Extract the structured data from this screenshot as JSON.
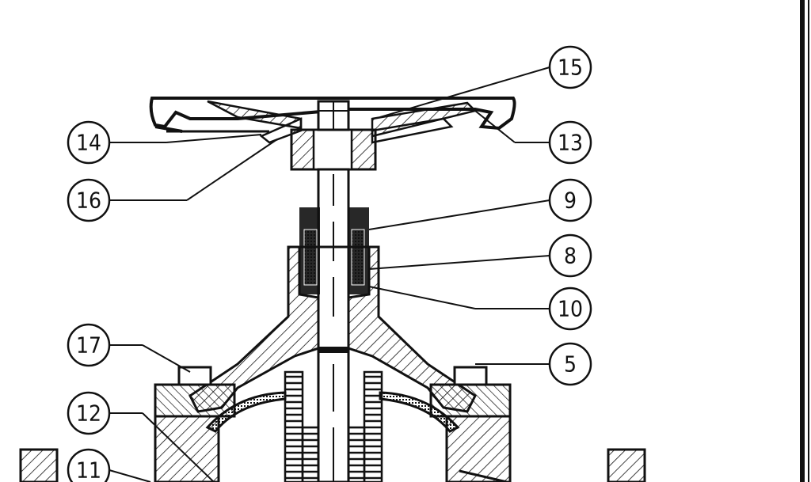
{
  "drawing": {
    "type": "valve cross-section assembly drawing",
    "ink_color": "#111111",
    "paper_color": "#ffffff"
  },
  "callouts": [
    {
      "id": "callout-15",
      "label": "15"
    },
    {
      "id": "callout-14",
      "label": "14"
    },
    {
      "id": "callout-13",
      "label": "13"
    },
    {
      "id": "callout-16",
      "label": "16"
    },
    {
      "id": "callout-9",
      "label": "9"
    },
    {
      "id": "callout-8",
      "label": "8"
    },
    {
      "id": "callout-10",
      "label": "10"
    },
    {
      "id": "callout-17",
      "label": "17"
    },
    {
      "id": "callout-5",
      "label": "5"
    },
    {
      "id": "callout-12",
      "label": "12"
    },
    {
      "id": "callout-11",
      "label": "11"
    }
  ]
}
